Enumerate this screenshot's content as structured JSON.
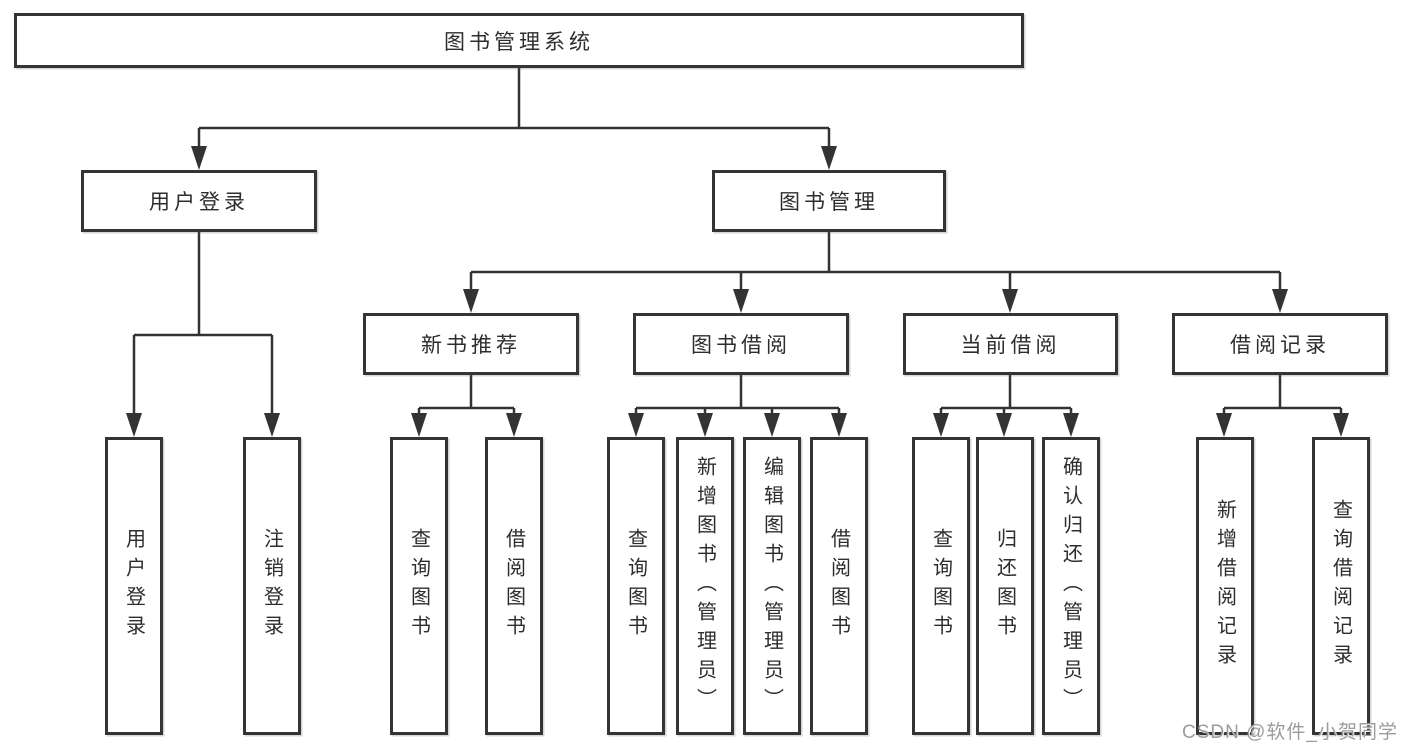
{
  "diagram": {
    "title": "图书管理系统",
    "branches": [
      {
        "label": "用户登录",
        "children": [
          "用户登录",
          "注销登录"
        ]
      },
      {
        "label": "图书管理",
        "groups": [
          {
            "label": "新书推荐",
            "children": [
              "查询图书",
              "借阅图书"
            ]
          },
          {
            "label": "图书借阅",
            "children": [
              "查询图书",
              "新增图书（管理员）",
              "编辑图书（管理员）",
              "借阅图书"
            ]
          },
          {
            "label": "当前借阅",
            "children": [
              "查询图书",
              "归还图书",
              "确认归还（管理员）"
            ]
          },
          {
            "label": "借阅记录",
            "children": [
              "新增借阅记录",
              "查询借阅记录"
            ]
          }
        ]
      }
    ]
  },
  "watermark": {
    "text": "CSDN @软件_小贺同学"
  },
  "colors": {
    "line": "#333333",
    "box_border": "#343434",
    "box_fill": "#ffffff",
    "text": "#2d2d2d",
    "watermark": "#9c9c9c",
    "background": "#ffffff"
  }
}
